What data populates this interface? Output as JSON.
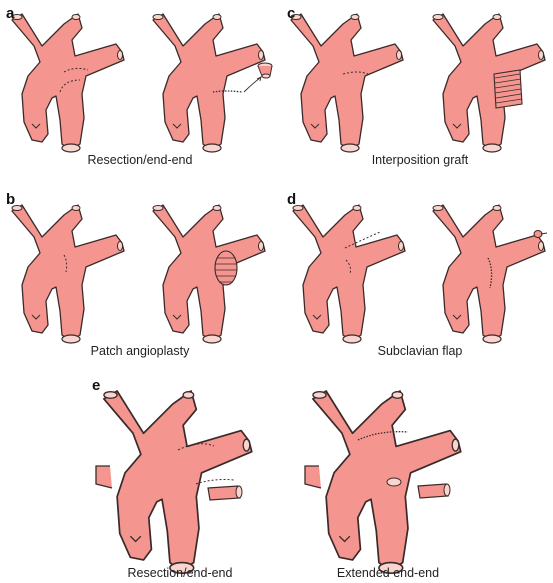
{
  "panels": [
    {
      "letter": "a",
      "caption": "Resection/end-end"
    },
    {
      "letter": "b",
      "caption": "Patch angioplasty"
    },
    {
      "letter": "c",
      "caption": "Interposition graft"
    },
    {
      "letter": "d",
      "caption": "Subclavian flap"
    },
    {
      "letter": "e",
      "captions": [
        "Resection/end-end",
        "Extended end-end"
      ]
    }
  ],
  "colors": {
    "vessel_fill": "#f4968f",
    "vessel_stroke": "#3a2a2a",
    "lumen_fill": "#f9d5cf"
  },
  "icons": [
    "aortic-arch",
    "excised-segment",
    "tube-graft",
    "patch",
    "suture-line"
  ]
}
